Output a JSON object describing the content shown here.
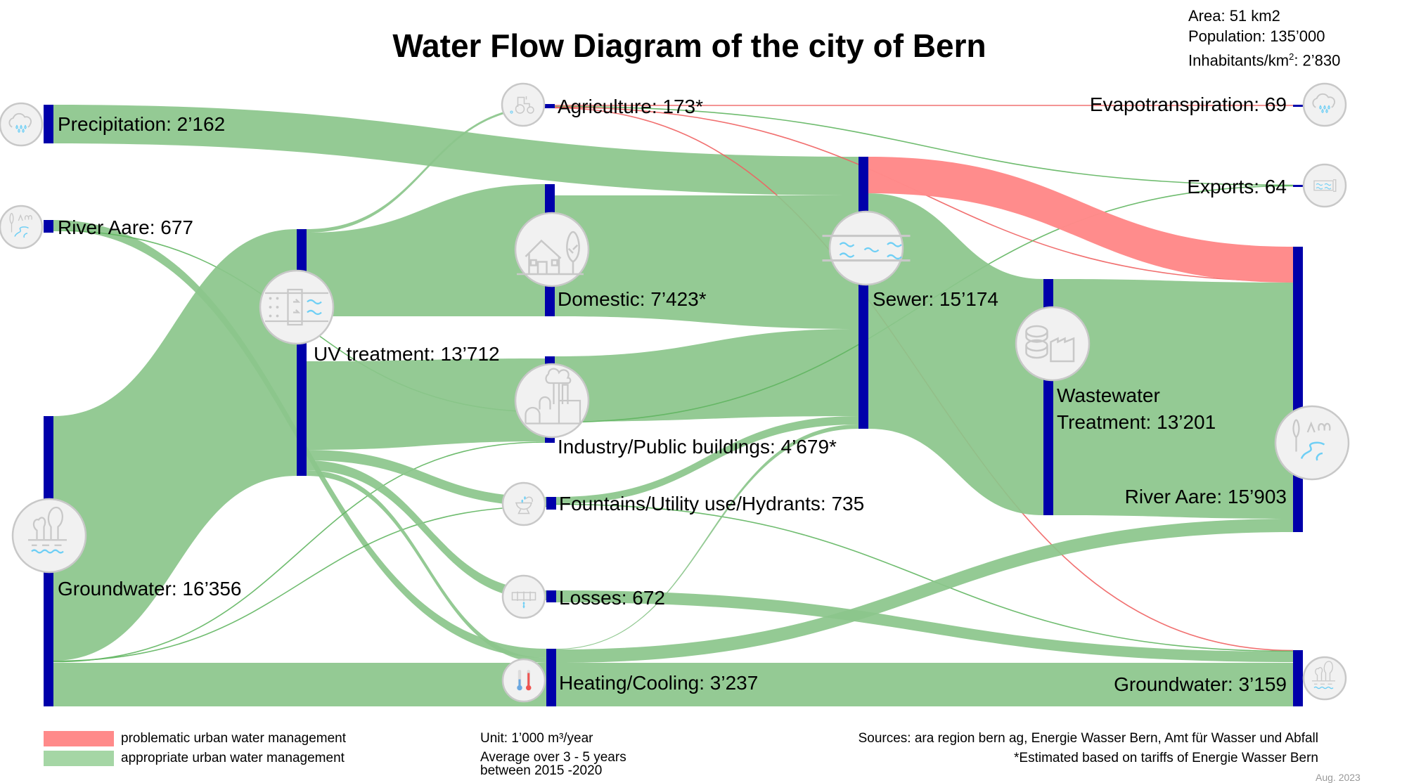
{
  "title": "Water Flow Diagram of the city of Bern",
  "stats": {
    "area": "Area: 51 km2",
    "population": "Population: 135’000",
    "density_label": "Inhabitants/km",
    "density_sup": "2",
    "density_value": ": 2’830"
  },
  "colors": {
    "appropriate": "#8bc68b",
    "appropriate_dark": "#4ea64e",
    "problematic": "#ff8a8a",
    "problematic_line": "#f06060",
    "node_bar": "#0000aa",
    "icon_fill": "#f1f1f1",
    "icon_stroke": "#c8c8c8",
    "water_blue": "#6fcff5"
  },
  "nodes": [
    {
      "id": "precipitation",
      "label": "Precipitation: 2’162",
      "value": 2162,
      "icon": "rain-cloud-icon"
    },
    {
      "id": "river_in",
      "label": "River Aare: 677",
      "value": 677,
      "icon": "river-landscape-icon"
    },
    {
      "id": "groundwater_in",
      "label": "Groundwater: 16’356",
      "value": 16356,
      "icon": "groundwater-trees-icon"
    },
    {
      "id": "uv",
      "label": "UV treatment: 13’712",
      "value": 13712,
      "icon": "uv-filter-icon"
    },
    {
      "id": "agriculture",
      "label": "Agriculture: 173*",
      "value": 173,
      "icon": "tractor-icon"
    },
    {
      "id": "domestic",
      "label": "Domestic: 7’423*",
      "value": 7423,
      "icon": "house-icon"
    },
    {
      "id": "industry",
      "label": "Industry/Public buildings: 4’679*",
      "value": 4679,
      "icon": "factory-icon"
    },
    {
      "id": "fountains",
      "label": "Fountains/Utility use/Hydrants: 735",
      "value": 735,
      "icon": "fountain-icon"
    },
    {
      "id": "losses",
      "label": "Losses: 672",
      "value": 672,
      "icon": "leaking-pipe-icon"
    },
    {
      "id": "heating",
      "label": "Heating/Cooling: 3’237",
      "value": 3237,
      "icon": "thermometer-icon"
    },
    {
      "id": "sewer",
      "label": "Sewer: 15’174",
      "value": 15174,
      "icon": "sewer-pipe-icon"
    },
    {
      "id": "wwt",
      "label_line1": "Wastewater",
      "label_line2": "Treatment: 13’201",
      "value": 13201,
      "icon": "wastewater-plant-icon"
    },
    {
      "id": "evapo",
      "label": "Evapotranspiration: 69",
      "value": 69,
      "icon": "rain-cloud-icon"
    },
    {
      "id": "exports",
      "label": "Exports: 64",
      "value": 64,
      "icon": "water-tank-icon"
    },
    {
      "id": "river_out",
      "label": "River Aare: 15’903",
      "value": 15903,
      "icon": "river-landscape-icon"
    },
    {
      "id": "groundwater_out",
      "label": "Groundwater: 3’159",
      "value": 3159,
      "icon": "groundwater-trees-icon"
    }
  ],
  "flows": [
    {
      "from": "precipitation",
      "to": "sewer",
      "type": "appropriate"
    },
    {
      "from": "river_in",
      "to": "heating",
      "type": "appropriate"
    },
    {
      "from": "river_in",
      "to": "industry",
      "type": "appropriate"
    },
    {
      "from": "groundwater_in",
      "to": "uv",
      "type": "appropriate"
    },
    {
      "from": "groundwater_in",
      "to": "heating",
      "type": "appropriate"
    },
    {
      "from": "groundwater_in",
      "to": "fountains",
      "type": "appropriate"
    },
    {
      "from": "groundwater_in",
      "to": "industry",
      "type": "appropriate"
    },
    {
      "from": "uv",
      "to": "agriculture",
      "type": "appropriate"
    },
    {
      "from": "uv",
      "to": "domestic",
      "type": "appropriate"
    },
    {
      "from": "uv",
      "to": "industry",
      "type": "appropriate"
    },
    {
      "from": "uv",
      "to": "fountains",
      "type": "appropriate"
    },
    {
      "from": "uv",
      "to": "losses",
      "type": "appropriate"
    },
    {
      "from": "uv",
      "to": "heating",
      "type": "appropriate"
    },
    {
      "from": "agriculture",
      "to": "evapo",
      "type": "problematic"
    },
    {
      "from": "agriculture",
      "to": "exports",
      "type": "appropriate"
    },
    {
      "from": "agriculture",
      "to": "river_out",
      "type": "problematic"
    },
    {
      "from": "agriculture",
      "to": "groundwater_out",
      "type": "problematic"
    },
    {
      "from": "domestic",
      "to": "sewer",
      "type": "appropriate"
    },
    {
      "from": "industry",
      "to": "sewer",
      "type": "appropriate"
    },
    {
      "from": "industry",
      "to": "exports",
      "type": "appropriate"
    },
    {
      "from": "fountains",
      "to": "sewer",
      "type": "appropriate"
    },
    {
      "from": "fountains",
      "to": "groundwater_out",
      "type": "appropriate"
    },
    {
      "from": "losses",
      "to": "groundwater_out",
      "type": "appropriate"
    },
    {
      "from": "heating",
      "to": "sewer",
      "type": "appropriate"
    },
    {
      "from": "heating",
      "to": "river_out",
      "type": "appropriate"
    },
    {
      "from": "heating",
      "to": "groundwater_out",
      "type": "appropriate"
    },
    {
      "from": "sewer",
      "to": "river_out",
      "type": "problematic"
    },
    {
      "from": "sewer",
      "to": "wwt",
      "type": "appropriate"
    },
    {
      "from": "wwt",
      "to": "river_out",
      "type": "appropriate"
    }
  ],
  "legend": {
    "problematic": "problematic urban water management",
    "appropriate": "appropriate urban water management"
  },
  "notes": {
    "unit": "Unit: 1’000 m³/year",
    "average_line1": "Average over 3 - 5 years",
    "average_line2": "between 2015 -2020",
    "sources": "Sources: ara region bern ag, Energie Wasser Bern, Amt für Wasser und Abfall",
    "estimated": "*Estimated based on tariffs of Energie Wasser Bern",
    "date": "Aug. 2023"
  }
}
